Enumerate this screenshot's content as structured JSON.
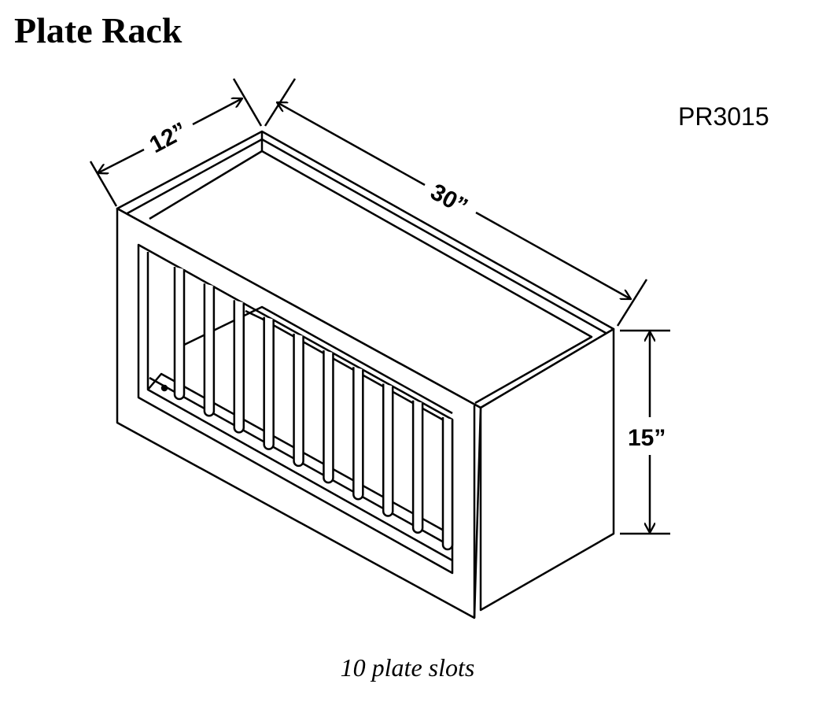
{
  "title": "Plate Rack",
  "model_code": "PR3015",
  "caption": "10 plate slots",
  "dimensions": {
    "depth": "12”",
    "width": "30”",
    "height": "15”"
  },
  "plate_slots": 10
}
